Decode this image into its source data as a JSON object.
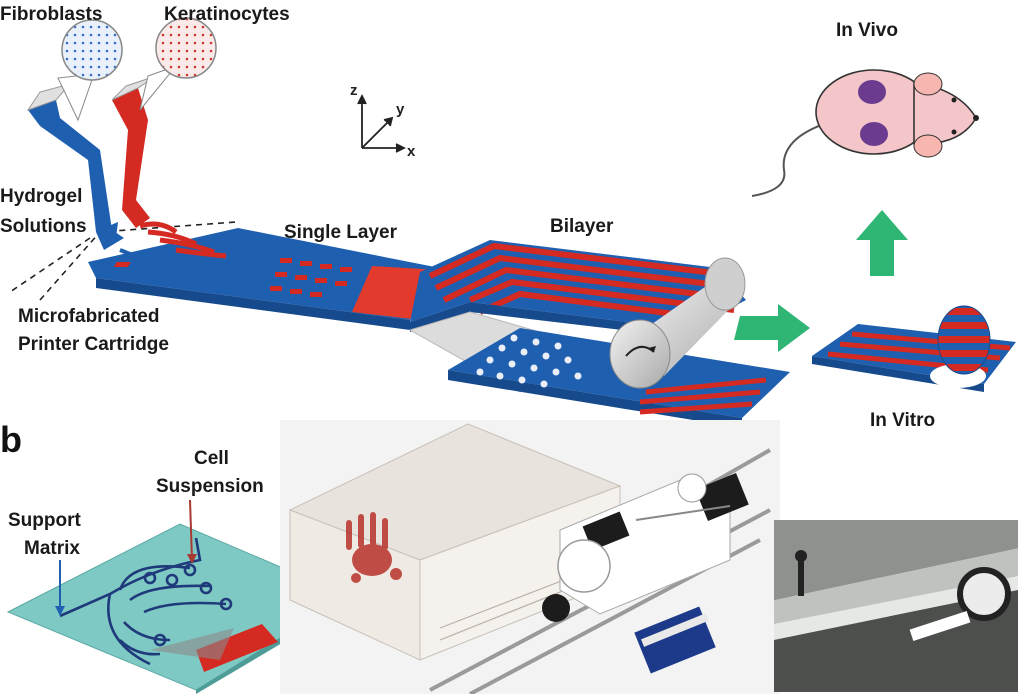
{
  "panel_b_letter": "b",
  "labels": {
    "fibroblasts": "Fibroblasts",
    "keratinocytes": "Keratinocytes",
    "in_vivo": "In Vivo",
    "hydrogel_1": "Hydrogel",
    "hydrogel_2": "Solutions",
    "single_layer": "Single Layer",
    "bilayer": "Bilayer",
    "cartridge_1": "Microfabricated",
    "cartridge_2": "Printer Cartridge",
    "in_vitro": "In Vitro",
    "cell_1": "Cell",
    "cell_2": "Suspension",
    "support_1": "Support",
    "support_2": "Matrix"
  },
  "axes": {
    "z": "z",
    "y": "y",
    "x": "x"
  },
  "colors": {
    "blue": "#1f5fb0",
    "red": "#d42a22",
    "green_arrow": "#2fb574",
    "teal_matrix": "#7fc9c4",
    "mouse_pink": "#f4c6c9",
    "mouse_spot": "#6b3b8f"
  }
}
